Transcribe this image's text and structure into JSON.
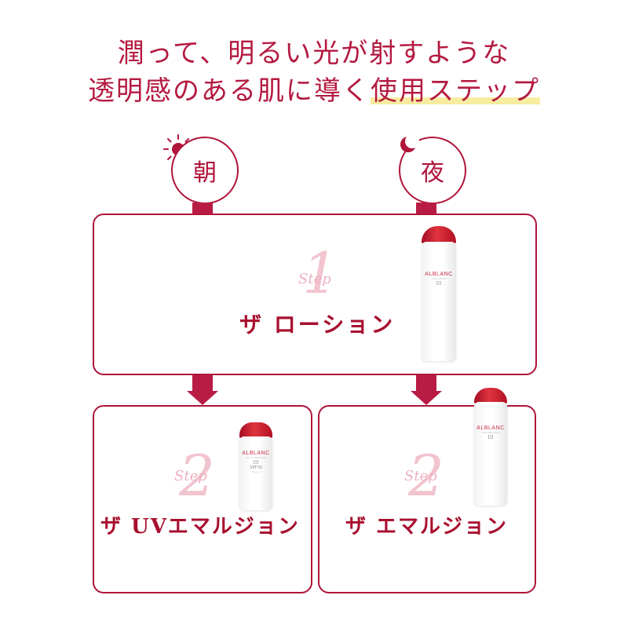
{
  "headline": {
    "line1": "潤って、明るい光が射すような",
    "line2_plain": "透明感のある肌に導く",
    "line2_highlight": "使用ステップ"
  },
  "morning": {
    "label": "朝",
    "icon": "sun-icon"
  },
  "night": {
    "label": "夜",
    "icon": "moon-icon"
  },
  "step1": {
    "step_word": "Step",
    "step_num": "1",
    "product": "ザ ローション",
    "bottle": {
      "brand": "ALBLANC",
      "sub": "THE LOTION",
      "roman": "III"
    }
  },
  "step2_morning": {
    "step_word": "Step",
    "step_num": "2",
    "product": "ザ UVエマルジョン",
    "bottle": {
      "brand": "ALBLANC",
      "sub": "THE UV EMULSION",
      "roman": "III",
      "spf": "SPF50",
      "pa": "PA++++"
    }
  },
  "step2_night": {
    "step_word": "Step",
    "step_num": "2",
    "product": "ザ エマルジョン",
    "bottle": {
      "brand": "ALBLANC",
      "sub": "THE EMULSION",
      "roman": "III"
    }
  },
  "colors": {
    "accent": "#b0143a",
    "highlight": "#f7eca0",
    "step_pink": "#f1c4cf"
  }
}
